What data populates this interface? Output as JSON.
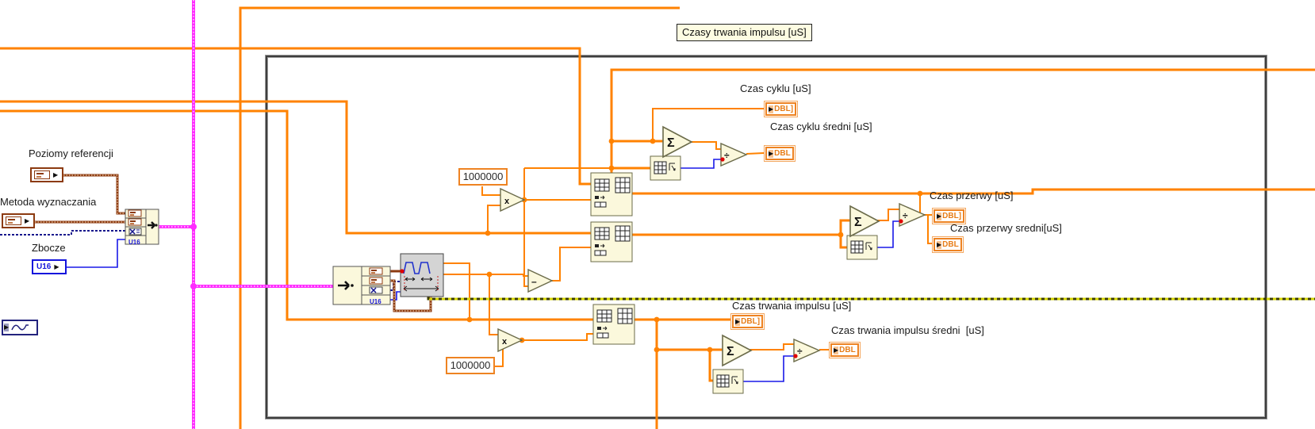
{
  "frame": {
    "label": "Czasy trwania impulsu [uS]"
  },
  "controls": {
    "poziomy": {
      "label": "Poziomy referencji",
      "type": "enum"
    },
    "metoda": {
      "label": "Metoda wyznaczania",
      "type": "enum"
    },
    "zbocze": {
      "label": "Zbocze",
      "type_text": "U16"
    },
    "waveform_terminal": {
      "type": "waveform"
    }
  },
  "constants": {
    "c1": "1000000",
    "c2": "1000000"
  },
  "indicators": {
    "cyklu": {
      "label": "Czas cyklu [uS]",
      "type_text": "DBL]"
    },
    "cyklu_sredni": {
      "label": "Czas cyklu średni [uS]",
      "type_text": "DBL"
    },
    "przerwy": {
      "label": "Czas przerwy [uS]",
      "type_text": "DBL]"
    },
    "przerwy_sredni": {
      "label": "Czas przerwy sredni[uS]",
      "type_text": "DBL"
    },
    "trwania": {
      "label": "Czas trwania impulsu [uS]",
      "type_text": "DBL]"
    },
    "trwania_sredni": {
      "label": "Czas trwania impulsu średni  [uS]",
      "type_text": "DBL"
    }
  },
  "terminals": {
    "mini_u16": "U16"
  },
  "glyphs": {
    "sum": "Σ",
    "divide": "÷",
    "multiply": "x",
    "subtract": "–",
    "arrow": "▶"
  },
  "colors": {
    "wire_dbl_orange": "#ff8200",
    "wire_cluster_magenta": "#ff2bff",
    "wire_int_blue": "#1818e8",
    "wire_enum_brown": "#8c3a10",
    "wire_navy_dashed": "#14148c",
    "wire_error_olive": "#d6d600",
    "node_fill": "#fbf8dc",
    "pm_node_gray": "#d4d4d4",
    "frame_border": "#3e3e3e",
    "indicator_orange": "#ee8322"
  }
}
